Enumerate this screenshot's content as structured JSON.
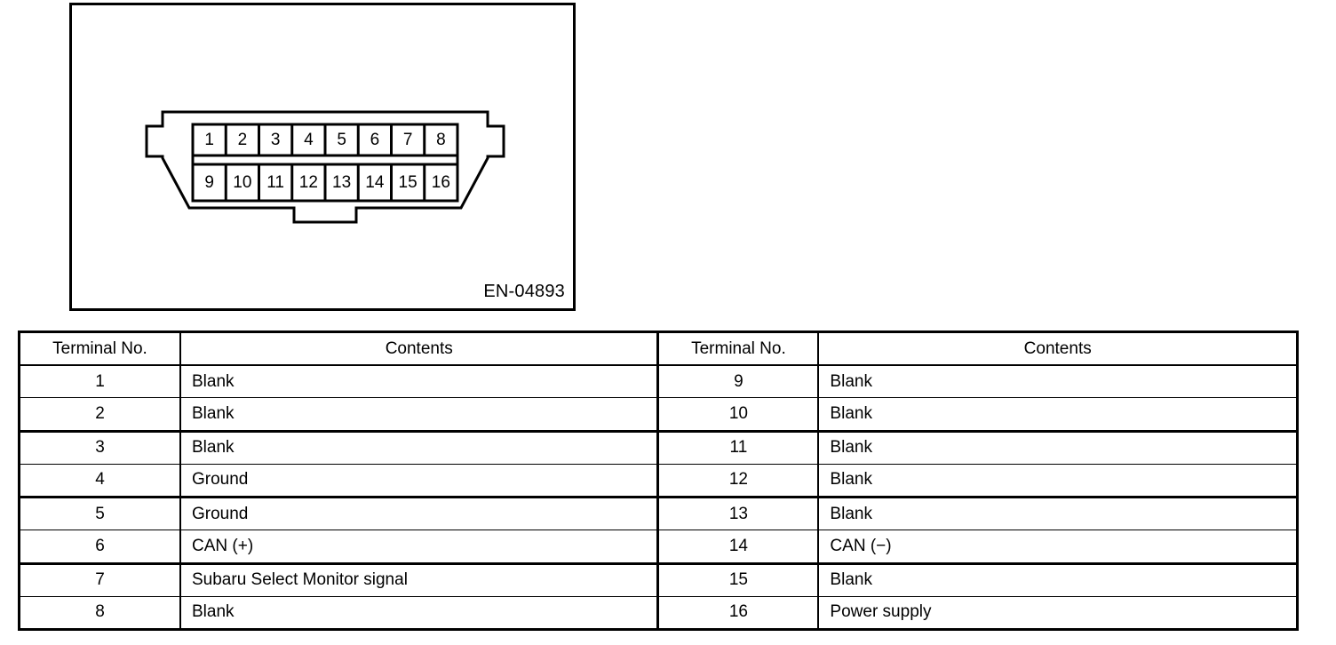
{
  "figure": {
    "code": "EN-04893",
    "connector": {
      "name": "data-link-connector",
      "top_row_pins": [
        "1",
        "2",
        "3",
        "4",
        "5",
        "6",
        "7",
        "8"
      ],
      "bottom_row_pins": [
        "9",
        "10",
        "11",
        "12",
        "13",
        "14",
        "15",
        "16"
      ]
    }
  },
  "table": {
    "headers": {
      "terminal": "Terminal No.",
      "contents": "Contents"
    },
    "left": [
      {
        "terminal": "1",
        "contents": "Blank"
      },
      {
        "terminal": "2",
        "contents": "Blank"
      },
      {
        "terminal": "3",
        "contents": "Blank"
      },
      {
        "terminal": "4",
        "contents": "Ground"
      },
      {
        "terminal": "5",
        "contents": "Ground"
      },
      {
        "terminal": "6",
        "contents": "CAN (+)"
      },
      {
        "terminal": "7",
        "contents": "Subaru Select Monitor signal"
      },
      {
        "terminal": "8",
        "contents": "Blank"
      }
    ],
    "right": [
      {
        "terminal": "9",
        "contents": "Blank"
      },
      {
        "terminal": "10",
        "contents": "Blank"
      },
      {
        "terminal": "11",
        "contents": "Blank"
      },
      {
        "terminal": "12",
        "contents": "Blank"
      },
      {
        "terminal": "13",
        "contents": "Blank"
      },
      {
        "terminal": "14",
        "contents": "CAN (−)"
      },
      {
        "terminal": "15",
        "contents": "Blank"
      },
      {
        "terminal": "16",
        "contents": "Power supply"
      }
    ]
  },
  "colors": {
    "ink": "#000000",
    "paper": "#ffffff"
  }
}
